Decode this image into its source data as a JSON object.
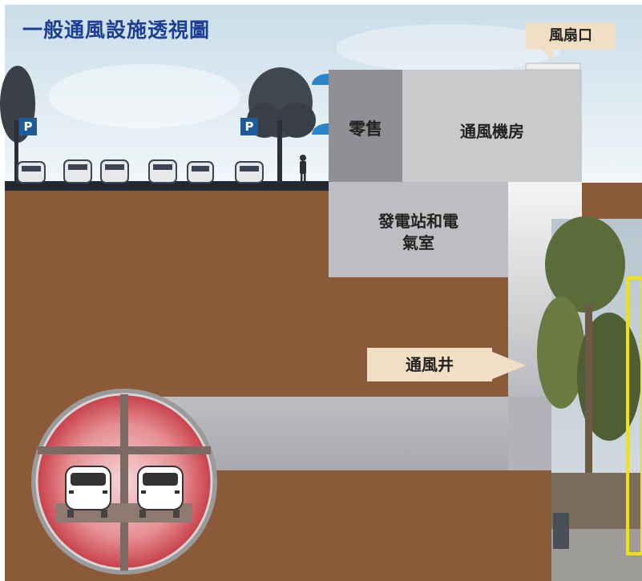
{
  "title": "一般通風設施透視圖",
  "labels": {
    "vent_outlet": "風扇口",
    "retail": "零售",
    "vent_room": "通風機房",
    "power_room_line1": "發電站和電",
    "power_room_line2": "氣室",
    "vent_shaft": "通風井"
  },
  "parking_sign": "P",
  "colors": {
    "sky": "#dceaf4",
    "soil": "#8a5a39",
    "road": "#222831",
    "building_dark": "#8f9093",
    "building_light": "#c9cacc",
    "callout": "#f1dfc5",
    "title": "#1c3f94",
    "tunnel_ring": "#d24e56",
    "photo_frame": "#f1e300"
  }
}
